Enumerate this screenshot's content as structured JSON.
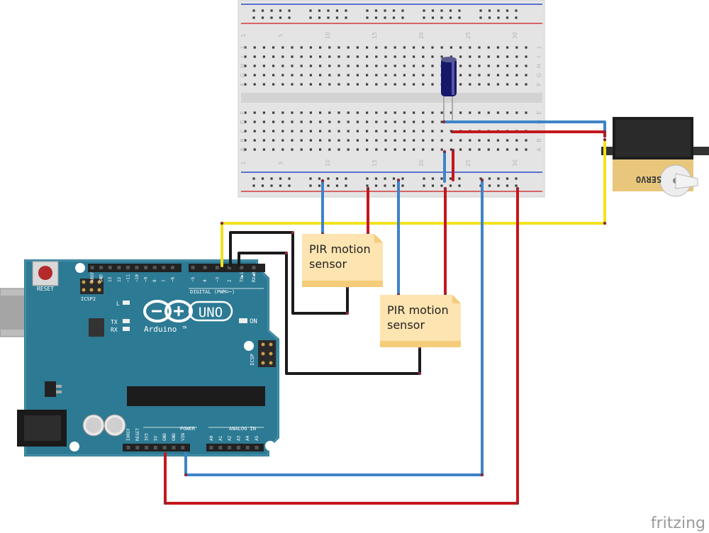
{
  "notes": [
    {
      "line1": "PIR motion",
      "line2": "sensor"
    },
    {
      "line1": "PIR motion",
      "line2": "sensor"
    }
  ],
  "arduino": {
    "reset_label": "RESET",
    "icsp2_label": "ICSP2",
    "icsp_label": "ICSP",
    "logo_text": "UNO",
    "brand": "Arduino",
    "tm": "TM",
    "on_label": "ON",
    "l_label": "L",
    "tx_label": "TX",
    "rx_label": "RX",
    "digital_label": "DIGITAL (PWM=~)",
    "power_label": "POWER",
    "analog_label": "ANALOG IN",
    "digital_pins": [
      "AREF",
      "GND",
      "13",
      "12",
      "~11",
      "~10",
      "~9",
      "8",
      "7",
      "~6",
      "~5",
      "4",
      "~3",
      "2",
      "TX▶1",
      "RX◀0"
    ],
    "power_pins": [
      "IOREF",
      "RESET",
      "3V3",
      "5V",
      "GND",
      "GND",
      "VIN"
    ],
    "analog_pins": [
      "A0",
      "A1",
      "A2",
      "A3",
      "A4",
      "A5"
    ]
  },
  "breadboard": {
    "col_numbers": [
      "1",
      "5",
      "10",
      "15",
      "20",
      "25",
      "30"
    ],
    "row_letters_top": [
      "J",
      "I",
      "H",
      "G",
      "F"
    ],
    "row_letters_bottom": [
      "E",
      "D",
      "C",
      "B",
      "A"
    ]
  },
  "servo": {
    "label": "SERVO"
  },
  "watermark": "fritzing",
  "colors": {
    "board": "#2d7a94",
    "wire_blue": "#3f83c7",
    "wire_red": "#c4171c",
    "wire_black": "#1a1a1a",
    "wire_yellow": "#f2e21e",
    "note_fill": "#fde4b0"
  }
}
